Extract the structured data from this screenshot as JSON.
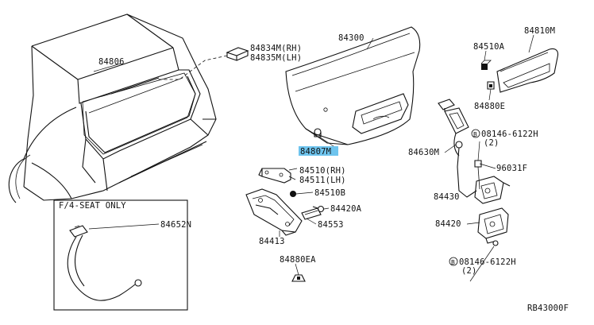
{
  "labels": {
    "p84806": "84806",
    "p84834m": "84834M(RH)",
    "p84835m": "84835M(LH)",
    "p84300": "84300",
    "p84807m": "84807M",
    "p84510a": "84510A",
    "p84810m": "84810M",
    "p84880e": "84880E",
    "p84510rh": "84510(RH)",
    "p84511lh": "84511(LH)",
    "p84510b": "84510B",
    "p84420a": "84420A",
    "p84553": "84553",
    "p84413": "84413",
    "p84880ea": "84880EA",
    "p84652n": "84652N",
    "p84630m": "84630M",
    "p08146_top": "08146-6122H",
    "p08146_top_qty": "(2)",
    "p96031f": "96031F",
    "p84430": "84430",
    "p84420": "84420",
    "p08146_bot": "08146-6122H",
    "p08146_bot_qty": "(2)",
    "bolt_symbol": "B",
    "inset_title": "F/4-SEAT ONLY",
    "diagram_code": "RB43000F"
  },
  "colors": {
    "highlight": "#6ec4ee",
    "line": "#111111"
  }
}
